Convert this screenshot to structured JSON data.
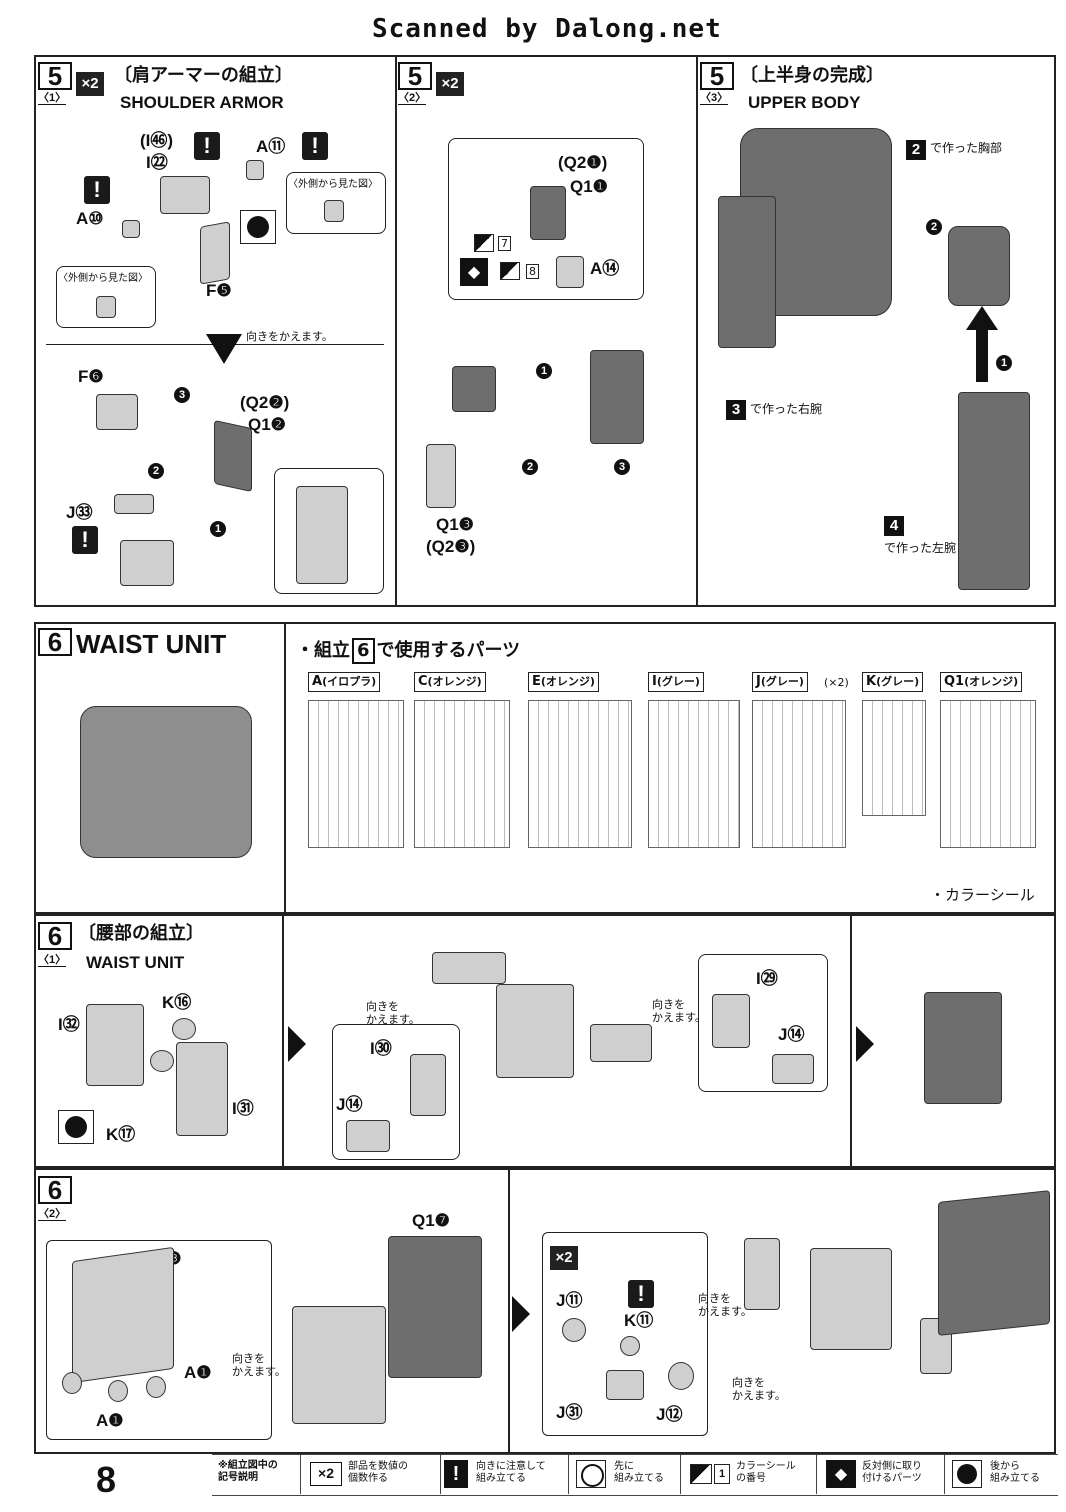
{
  "header": {
    "watermark": "Scanned by Dalong.net"
  },
  "step5_1": {
    "num": "5",
    "sub": "〈1〉",
    "badge": "×2",
    "title_jp": "〔肩アーマーの組立〕",
    "title_en": "SHOULDER ARMOR",
    "labels": {
      "i46": "(I㊻)",
      "i22": "I㉒",
      "a11": "A⑪",
      "a10": "A⑩",
      "f5": "F❺",
      "f6": "F❻",
      "q22": "(Q2❷)",
      "q12": "Q1❷",
      "j33": "J㉝"
    },
    "view_outside": "〈外側から見た図〉",
    "turn_note": "向きをかえます。",
    "warn": "!"
  },
  "step5_2": {
    "num": "5",
    "sub": "〈2〉",
    "badge": "×2",
    "labels": {
      "q21": "(Q2❶)",
      "q11": "Q1❶",
      "a14": "A⑭",
      "seal7": "7",
      "seal8": "8",
      "q13": "Q1❸",
      "q23": "(Q2❸)"
    },
    "steps": [
      "1",
      "2",
      "3"
    ]
  },
  "step5_3": {
    "num": "5",
    "sub": "〈3〉",
    "title_jp": "〔上半身の完成〕",
    "title_en": "UPPER BODY",
    "chest_num": "2",
    "chest_text": "で作った胸部",
    "right_arm_num": "3",
    "right_arm_text": "で作った右腕",
    "left_arm_num": "4",
    "left_arm_text": "で作った左腕",
    "steps": [
      "1",
      "2"
    ]
  },
  "step6_parts": {
    "num": "6",
    "title_en": "WAIST UNIT",
    "parts_prefix": "・組立",
    "parts_num": "6",
    "parts_suffix": "で使用するパーツ",
    "runners": [
      {
        "name": "A",
        "color": "(イロプラ)"
      },
      {
        "name": "C",
        "color": "(オレンジ)"
      },
      {
        "name": "E",
        "color": "(オレンジ)"
      },
      {
        "name": "I",
        "color": "(グレー)"
      },
      {
        "name": "J",
        "color": "(グレー)",
        "count": "(×2)"
      },
      {
        "name": "K",
        "color": "(グレー)"
      },
      {
        "name": "Q1",
        "color": "(オレンジ)"
      }
    ],
    "color_seal": "・カラーシール"
  },
  "step6_1": {
    "num": "6",
    "sub": "〈1〉",
    "title_jp": "〔腰部の組立〕",
    "title_en": "WAIST UNIT",
    "labels": {
      "k16": "K⑯",
      "i32": "I㉜",
      "k17": "K⑰",
      "i31": "I㉛",
      "i30": "I㉚",
      "j14a": "J⑭",
      "i29": "I㉙",
      "j14b": "J⑭"
    },
    "turn_note": "向きを\nかえます。"
  },
  "step6_2": {
    "num": "6",
    "sub": "〈2〉",
    "labels": {
      "c3": "C❸",
      "a1a": "A❶",
      "a1b": "A❶",
      "q17": "Q1❼",
      "j11": "J⑪",
      "k11": "K⑪",
      "j31": "J㉛",
      "j12": "J⑫"
    },
    "badge": "×2",
    "turn_note": "向きを\nかえます。"
  },
  "footer": {
    "page": "8",
    "legend_title": "※組立図中の\n記号説明",
    "items": [
      {
        "icon": "×2",
        "text": "部品を数値の\n個数作る"
      },
      {
        "icon": "!",
        "text": "向きに注意して\n組み立てる"
      },
      {
        "icon": "first",
        "text": "先に\n組み立てる"
      },
      {
        "icon": "1",
        "text": "カラーシール\nの番号"
      },
      {
        "icon": "opposite",
        "text": "反対側に取り\n付けるパーツ"
      },
      {
        "icon": "back",
        "text": "後から\n組み立てる"
      }
    ]
  }
}
